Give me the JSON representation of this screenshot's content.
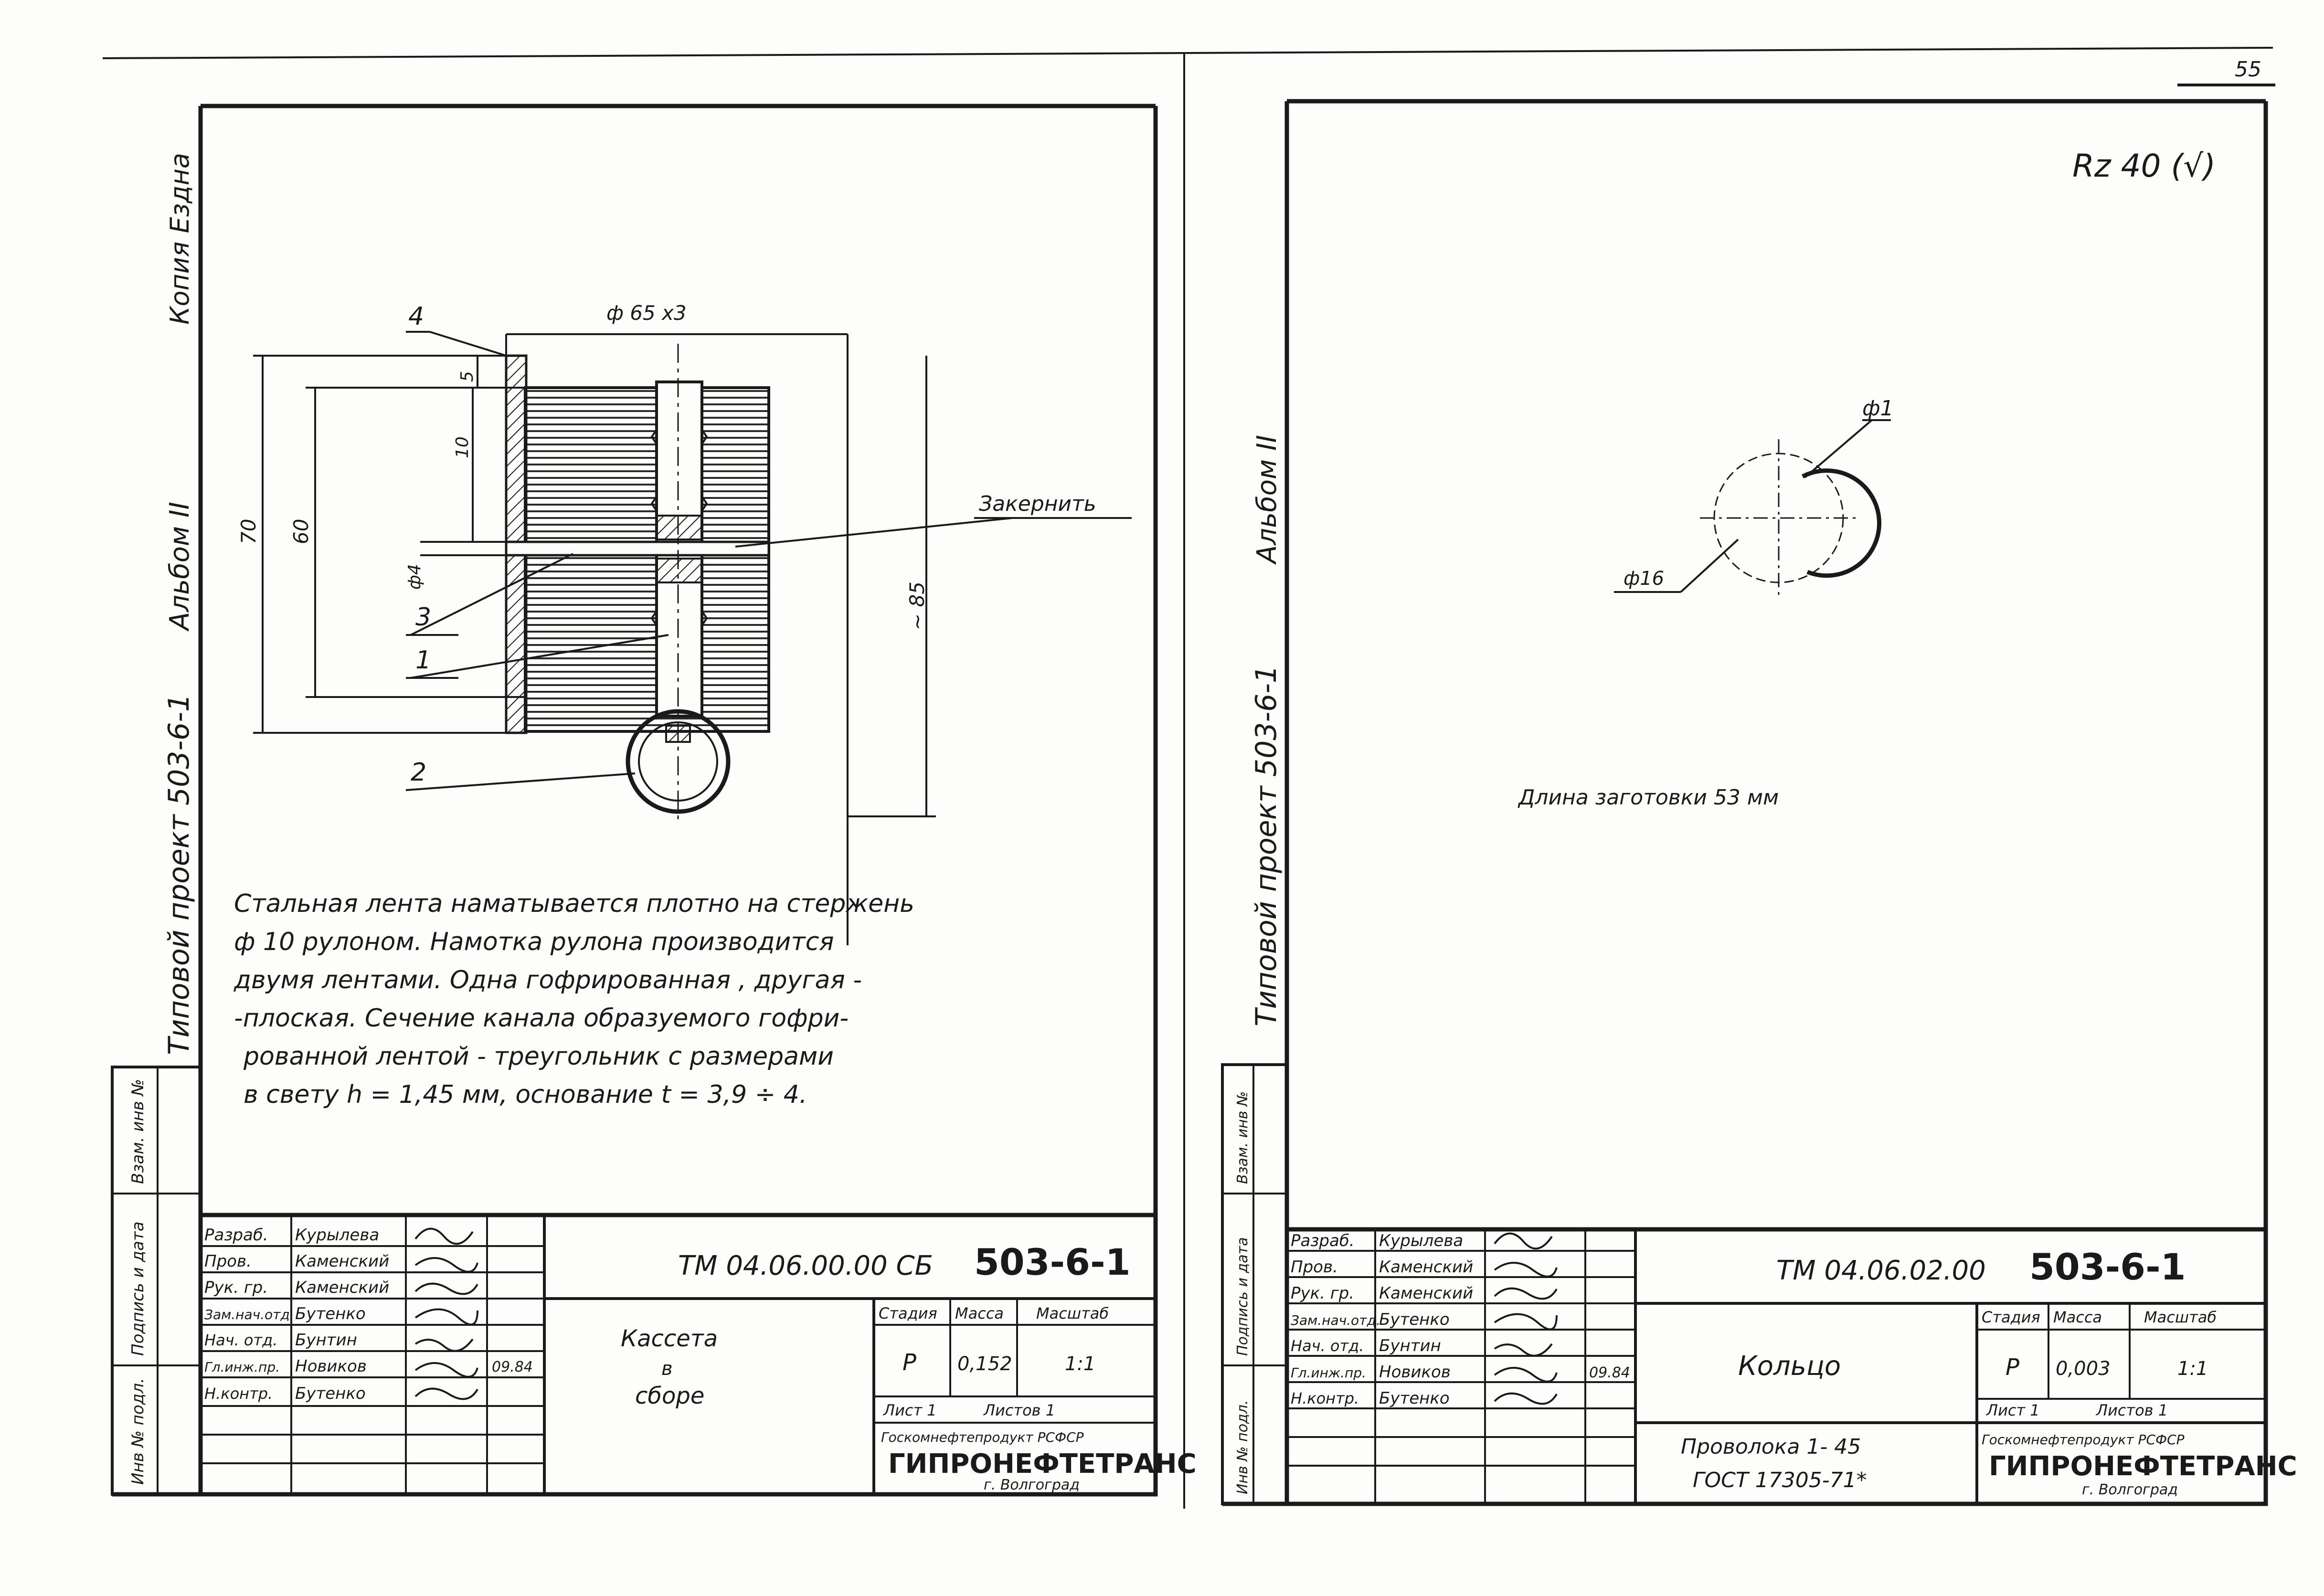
{
  "page_number": "55",
  "left_margin": {
    "copy_note": "Копия Ездна",
    "album": "Альбом II",
    "project": "Типовой проект 503-6-1",
    "stamp_cells": [
      "Взам. инв №",
      "Подпись и дата",
      "Инв № подл."
    ]
  },
  "sheet1": {
    "labels": {
      "diameter": "ф 65 х3",
      "dim_70": "70",
      "dim_60": "60",
      "dim_5": "5",
      "dim_10": "10",
      "dim_d4": "ф4",
      "dim_85": "~ 85",
      "pos1": "1",
      "pos2": "2",
      "pos3": "3",
      "pos4": "4",
      "zakernit": "Закернить"
    },
    "note_lines": [
      "Стальная лента наматывается плотно на стержень",
      "ф 10 рулоном. Намотка рулона производится",
      "двумя лентами. Одна гофрированная , другая -",
      "-плоская. Сечение канала образуемого гофри-",
      "рованной лентой - треугольник с размерами",
      "в свету h = 1,45 мм, основание t = 3,9 ÷ 4."
    ],
    "title_block": {
      "roles": [
        "Разраб.",
        "Пров.",
        "Рук. гр.",
        "Зам.нач.отд.",
        "Нач. отд.",
        "Гл.инж.пр.",
        "Н.контр."
      ],
      "names": [
        "Курылева",
        "Каменский",
        "Каменский",
        "Бутенко",
        "Бунтин",
        "Новиков",
        "Бутенко"
      ],
      "dates": [
        "",
        "",
        "",
        "",
        "",
        "09.84",
        ""
      ],
      "doc_code": "ТМ 04.06.00.00 СБ",
      "project_code": "503-6-1",
      "name_lines": [
        "Кассета",
        "в",
        "сборе"
      ],
      "col_stadia": "Стадия",
      "col_massa": "Масса",
      "col_masshtab": "Масштаб",
      "stadia": "Р",
      "massa": "0,152",
      "masshtab": "1:1",
      "sheet_label": "Лист 1",
      "sheets_label": "Листов 1",
      "org_top": "Госкомнефтепродукт РСФСР",
      "org_name": "ГИПРОНЕФТЕТРАНС",
      "org_city": "г. Волгоград"
    }
  },
  "sheet2": {
    "roughness": "Rz 40 (√)",
    "labels": {
      "wire_d": "ф1",
      "ring_d": "ф16"
    },
    "blank_length": "Длина заготовки 53 мм",
    "title_block": {
      "roles": [
        "Разраб.",
        "Пров.",
        "Рук. гр.",
        "Зам.нач.отд.",
        "Нач. отд.",
        "Гл.инж.пр.",
        "Н.контр."
      ],
      "names": [
        "Курылева",
        "Каменский",
        "Каменский",
        "Бутенко",
        "Бунтин",
        "Новиков",
        "Бутенко"
      ],
      "dates": [
        "",
        "",
        "",
        "",
        "",
        "09.84",
        ""
      ],
      "doc_code": "ТМ 04.06.02.00",
      "project_code": "503-6-1",
      "part_name": "Кольцо",
      "material_line1": "Проволока 1- 45",
      "material_line2": "ГОСТ 17305-71*",
      "col_stadia": "Стадия",
      "col_massa": "Масса",
      "col_masshtab": "Масштаб",
      "stadia": "Р",
      "massa": "0,003",
      "masshtab": "1:1",
      "sheet_label": "Лист 1",
      "sheets_label": "Листов 1",
      "org_top": "Госкомнефтепродукт РСФСР",
      "org_name": "ГИПРОНЕФТЕТРАНС",
      "org_city": "г. Волгоград"
    }
  }
}
